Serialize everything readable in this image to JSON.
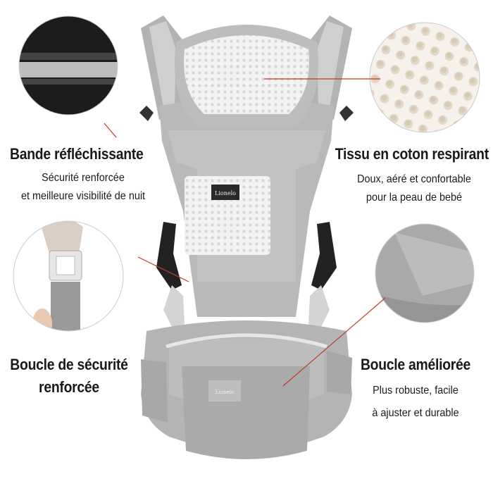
{
  "features": {
    "reflective_band": {
      "title": "Bande réfléchissante",
      "line1": "Sécurité renforcée",
      "line2": "et meilleure visibilité de nuit"
    },
    "breathable_fabric": {
      "title": "Tissu en coton respirant",
      "line1": "Doux, aéré et confortable",
      "line2": "pour la peau de bebé"
    },
    "safety_buckle": {
      "title": "Boucle de sécurité",
      "title2": "renforcée"
    },
    "improved_buckle": {
      "title": "Boucle améliorée",
      "line1": "Plus robuste, facile",
      "line2": "à ajuster et durable"
    }
  },
  "product": {
    "label_text": "Lionelo",
    "colors": {
      "carrier_grey": "#b9b9b9",
      "carrier_dark": "#9e9e9e",
      "mesh": "#e9e9e9",
      "strap_black": "#222222",
      "pointer_line": "#c0392b"
    }
  }
}
